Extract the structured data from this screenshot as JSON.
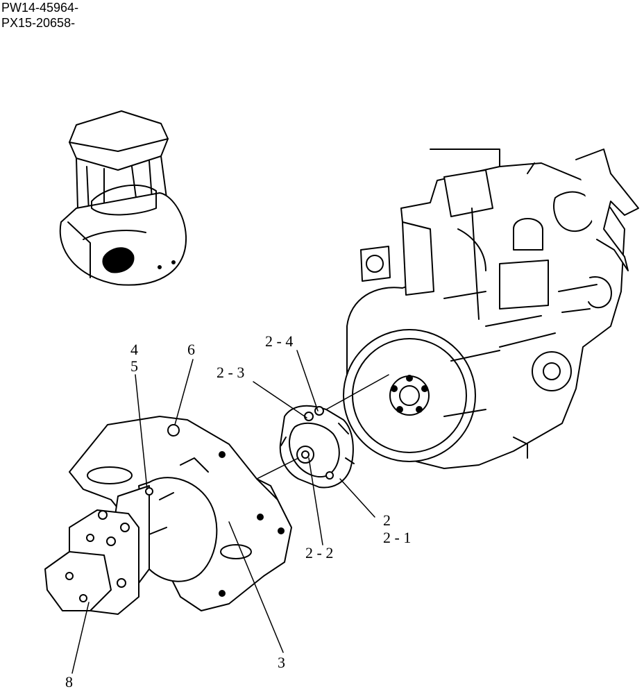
{
  "header": {
    "serial_1": "PW14-45964-",
    "serial_2": "PX15-20658-"
  },
  "callouts": {
    "c4": "4",
    "c5": "5",
    "c6": "6",
    "c2_3": "2 - 3",
    "c2_4": "2 - 4",
    "c2": "2",
    "c2_1": "2 - 1",
    "c2_2": "2 - 2",
    "c3": "3",
    "c8": "8"
  }
}
